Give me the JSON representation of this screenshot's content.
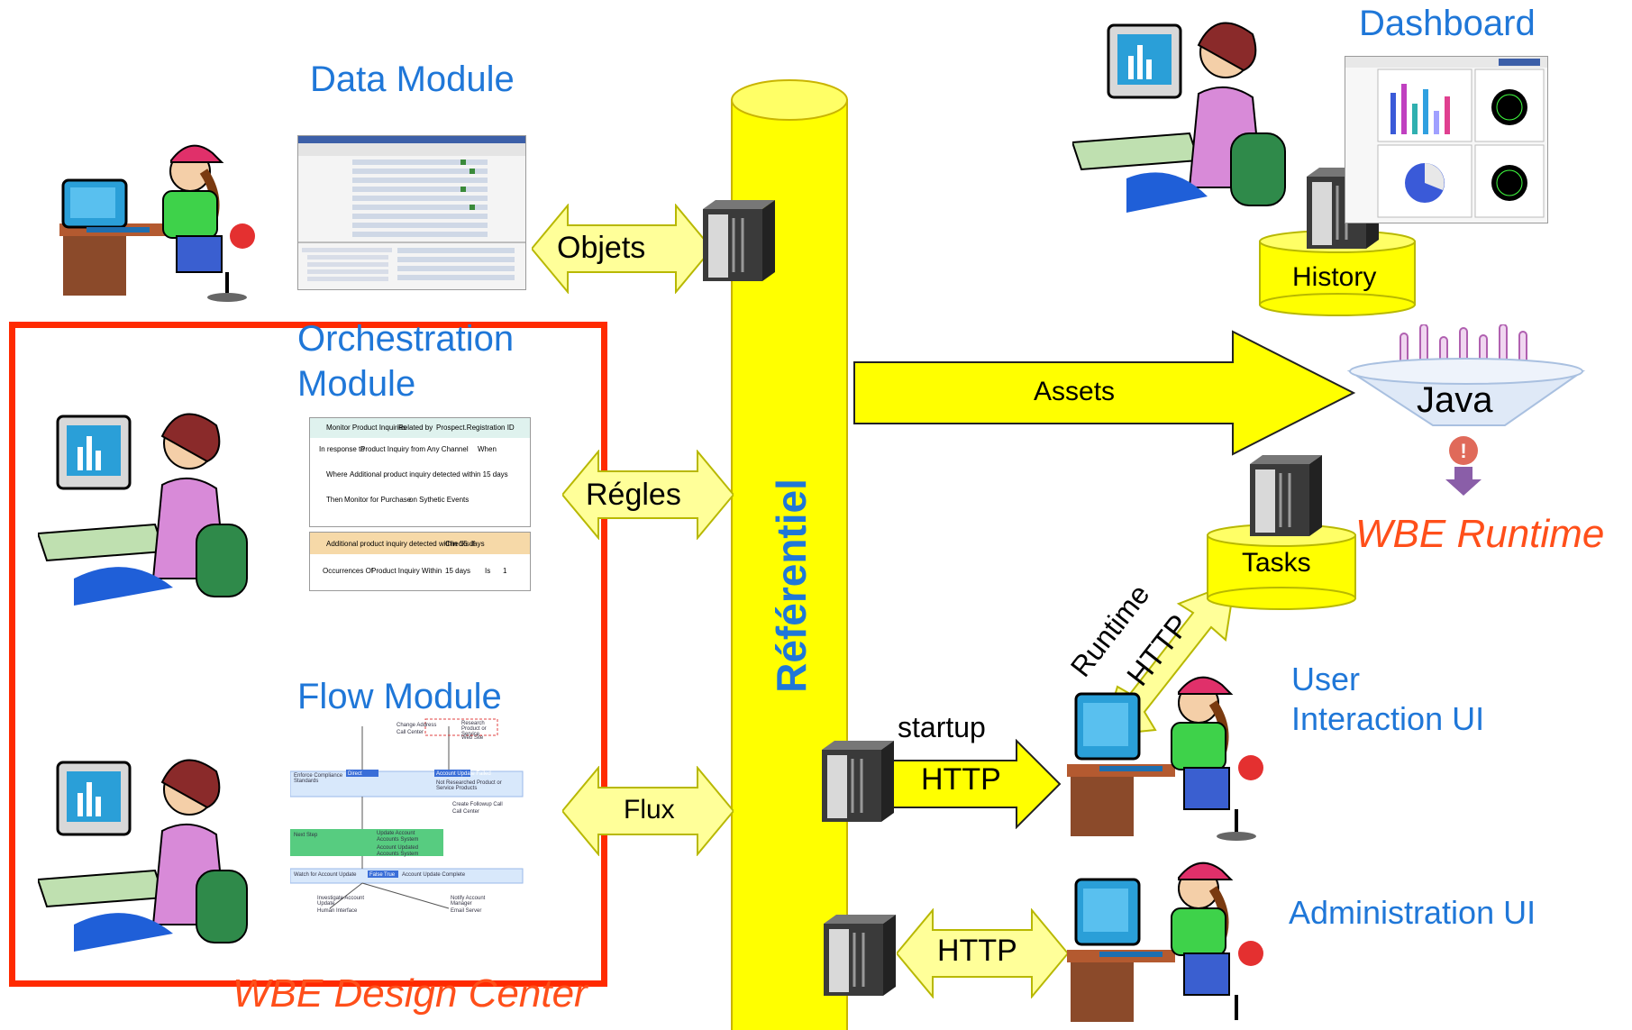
{
  "labels": {
    "data_module": "Data Module",
    "orchestration_module_line1": "Orchestration",
    "orchestration_module_line2": "Module",
    "flow_module": "Flow Module",
    "dashboard": "Dashboard",
    "user_interaction_ui_line1": "User",
    "user_interaction_ui_line2": "Interaction UI",
    "administration_ui": "Administration UI",
    "wbe_design_center": "WBE Design Center",
    "wbe_runtime": "WBE Runtime",
    "referentiel": "Référentiel",
    "java": "Java",
    "history": "History",
    "tasks": "Tasks"
  },
  "arrows": {
    "objets": "Objets",
    "regles": "Régles",
    "flux": "Flux",
    "assets": "Assets",
    "startup": "startup",
    "http_startup": "HTTP",
    "runtime": "Runtime",
    "http_runtime": "HTTP",
    "http_admin": "HTTP"
  },
  "colors": {
    "arrow_fill": "#ffff00",
    "arrow_light_fill": "#ffff99",
    "pillar_fill": "#ffff00",
    "label_blue": "#1f77d8",
    "label_orange": "#ff4f1a",
    "design_center_border": "#ff2a00",
    "server_dark": "#3a3a3a",
    "server_light": "#d9d9d9"
  },
  "orchestration_screenshot": {
    "row1_a": "Monitor Product Inquiries",
    "row1_b": "Related by",
    "row1_c": "Prospect.Registration ID",
    "row2_a": "In response to",
    "row2_b": "Product Inquiry",
    "row2_c": "from Any Channel",
    "row2_d": "When",
    "row3_a": "Where",
    "row3_b": "Additional product inquiry detected within 15 days",
    "row4_a": "Then",
    "row4_b": "Monitor for Purchase",
    "row4_c": "on Sythetic Events",
    "row5_a": "Additional product inquiry detected within 15 days",
    "row5_b": "Checks if",
    "row6_a": "Occurrences Of",
    "row6_b": "Product Inquiry",
    "row6_c": "Within",
    "row6_d": "15 days",
    "row6_e": "Is",
    "row6_f": "1"
  },
  "flow_screenshot": {
    "n_change_address": "Change Address",
    "n_call_center": "Call Center",
    "n_research": "Research Product or Service",
    "n_web_site": "Web Site",
    "lane1": "Enforce Compliance Standards",
    "n_direct": "Direct",
    "n_account_update": "Account Update Failed",
    "n_not_researched": "Not Researched Product or Service Products",
    "n_followup": "Create Followup Call",
    "n_call_center2": "Call Center",
    "lane2": "Next Step",
    "n_update_account": "Update Account",
    "n_accounts_system": "Accounts System",
    "n_account_updated": "Account Updated",
    "n_accounts_system2": "Accounts System",
    "lane3": "Watch for Account Update",
    "n_false": "False",
    "n_true": "True",
    "n_account_update_complete": "Account Update Complete",
    "n_investigate": "Investigate Account Update",
    "n_human_interface": "Human Interface",
    "n_notify": "Notify Account Manager",
    "n_email_server": "Email Server"
  }
}
